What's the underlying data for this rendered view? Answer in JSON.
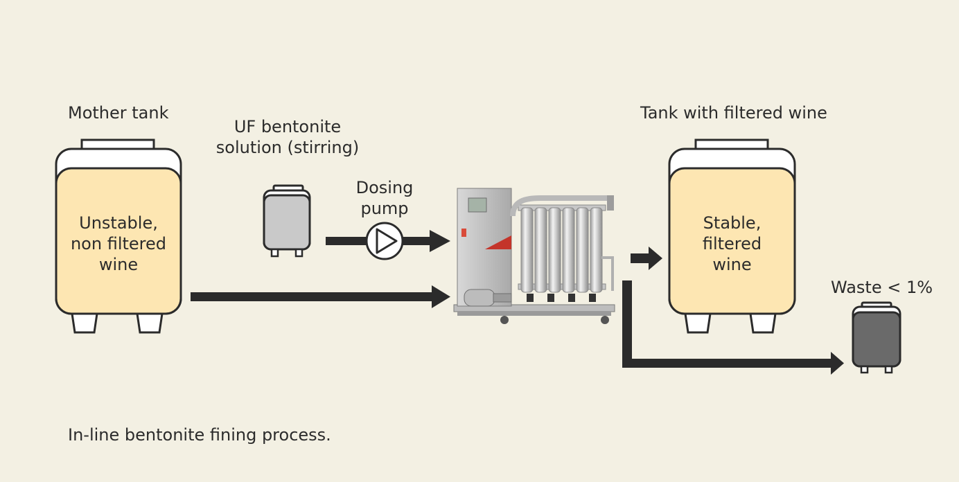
{
  "labels": {
    "mother_tank": "Mother tank",
    "uf_bentonite": "UF bentonite\nsolution (stirring)",
    "dosing_pump": "Dosing\npump",
    "tank_filtered": "Tank with filtered wine",
    "waste": "Waste < 1%",
    "mother_tank_content": "Unstable,\nnon filtered\nwine",
    "filtered_tank_content": "Stable,\nfiltered\nwine",
    "caption": "In-line bentonite fining process."
  },
  "colors": {
    "background": "#f3f0e3",
    "tank_fill": "#fde6b2",
    "outline": "#2b2b2b",
    "bentonite_container": "#c9c9c9",
    "waste_container": "#6a6a6a",
    "arrow": "#2b2b2b"
  },
  "icons": {
    "pump": "pump-symbol-icon",
    "filter_unit": "crossflow-filter-unit-icon"
  }
}
